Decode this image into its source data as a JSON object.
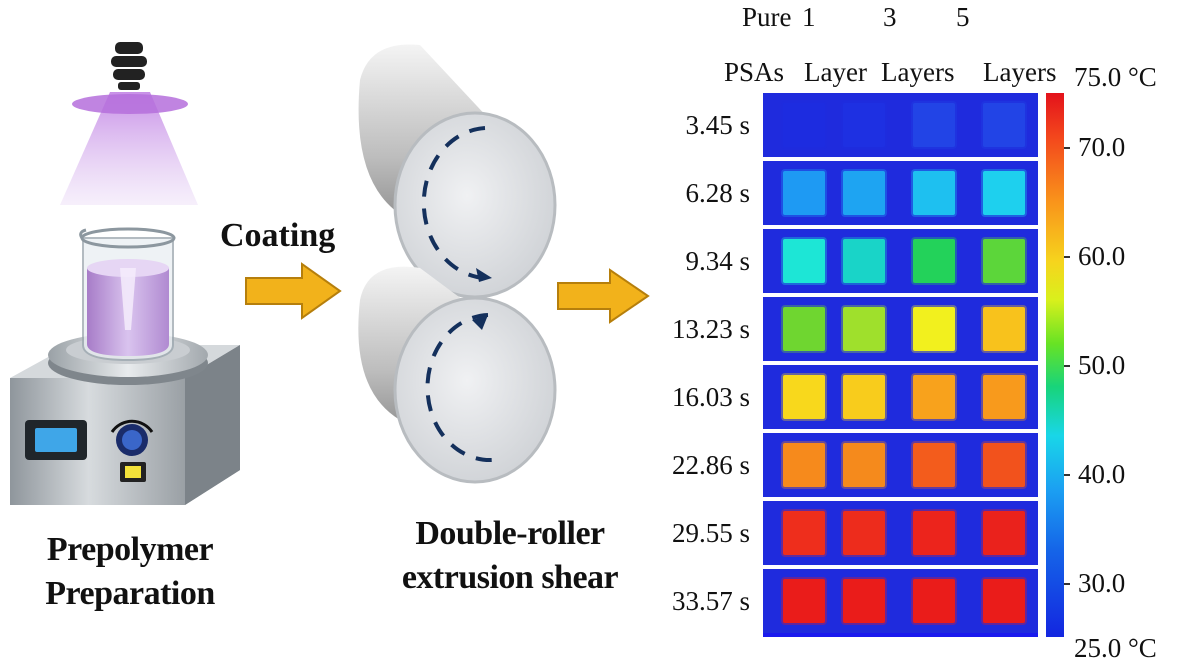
{
  "left_panel": {
    "caption_line1": "Prepolymer",
    "caption_line2": "Preparation",
    "icons": [
      "uv-lamp",
      "beaker",
      "magnetic-stirrer-hotplate"
    ]
  },
  "middle_panel": {
    "arrow_label": "Coating",
    "caption_line1": "Double-roller",
    "caption_line2": "extrusion shear",
    "icons": [
      "upper-roller",
      "lower-roller",
      "rotation-arrow"
    ]
  },
  "thermal_panel": {
    "columns": [
      {
        "line1": "Pure",
        "line2": "PSAs"
      },
      {
        "line1": "1",
        "line2": "Layer"
      },
      {
        "line1": "3",
        "line2": "Layers"
      },
      {
        "line1": "5",
        "line2": "Layers"
      }
    ],
    "times": [
      "3.45 s",
      "6.28 s",
      "9.34 s",
      "13.23 s",
      "16.03 s",
      "22.86 s",
      "29.55 s",
      "33.57 s"
    ],
    "sample_colors": [
      [
        "#1d2ce0",
        "#1e30e2",
        "#2244e6",
        "#2244e6"
      ],
      [
        "#1e9af3",
        "#1ea4f2",
        "#1ec0f0",
        "#1ed0ee"
      ],
      [
        "#1de6d6",
        "#19d4c8",
        "#23d25a",
        "#5cd63a"
      ],
      [
        "#6fd630",
        "#9fe02c",
        "#f2f01e",
        "#f8c21c"
      ],
      [
        "#f8d81c",
        "#f8cc1c",
        "#f8a21c",
        "#f89a1c"
      ],
      [
        "#f68a1c",
        "#f58a1c",
        "#f35c1c",
        "#f2521c"
      ],
      [
        "#ee2e1c",
        "#ed2c1c",
        "#ec241c",
        "#ea221c"
      ],
      [
        "#ea1c1a",
        "#ea1c1a",
        "#ea1c1a",
        "#ea1c1a"
      ]
    ],
    "colorbar": {
      "top_label": "75.0 °C",
      "bottom_label": "25.0 °C",
      "ticks": [
        "70.0",
        "60.0",
        "50.0",
        "40.0",
        "30.0"
      ]
    }
  }
}
